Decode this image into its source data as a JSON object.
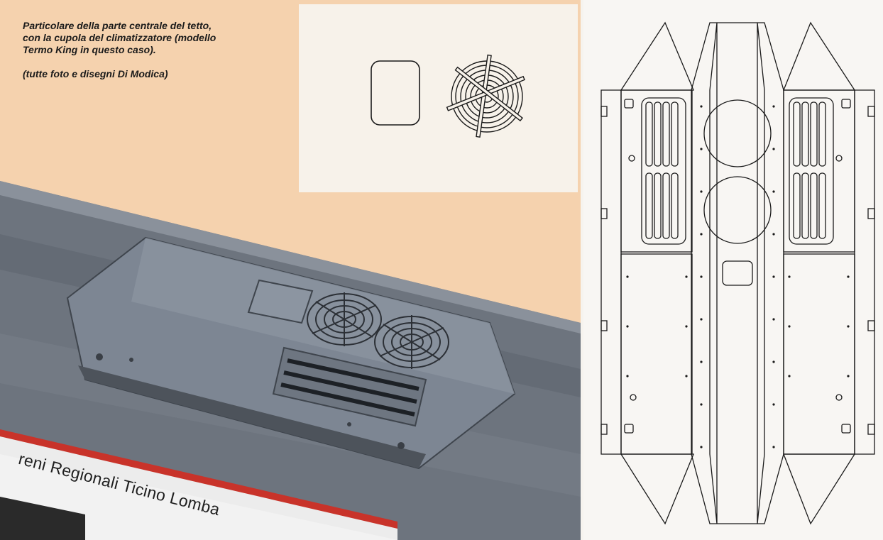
{
  "caption": {
    "line1": "Particolare della parte centrale del tetto,",
    "line2": "con la cupola del climatizzatore (modello",
    "line3": "Termo King in questo caso).",
    "credit": "(tutte foto e disegni Di Modica)"
  },
  "photo": {
    "banner_text": "reni Regionali Ticino Lomba"
  },
  "colors": {
    "peach_background": "#f5d2ae",
    "roof_grey": "#6f7680",
    "unit_grey": "#7d8693",
    "banner_red": "#c8332a",
    "line_dark": "#1a1a1a"
  },
  "icons": {
    "fan_grille": "fan-grille-icon",
    "hatch": "hatch-icon"
  }
}
